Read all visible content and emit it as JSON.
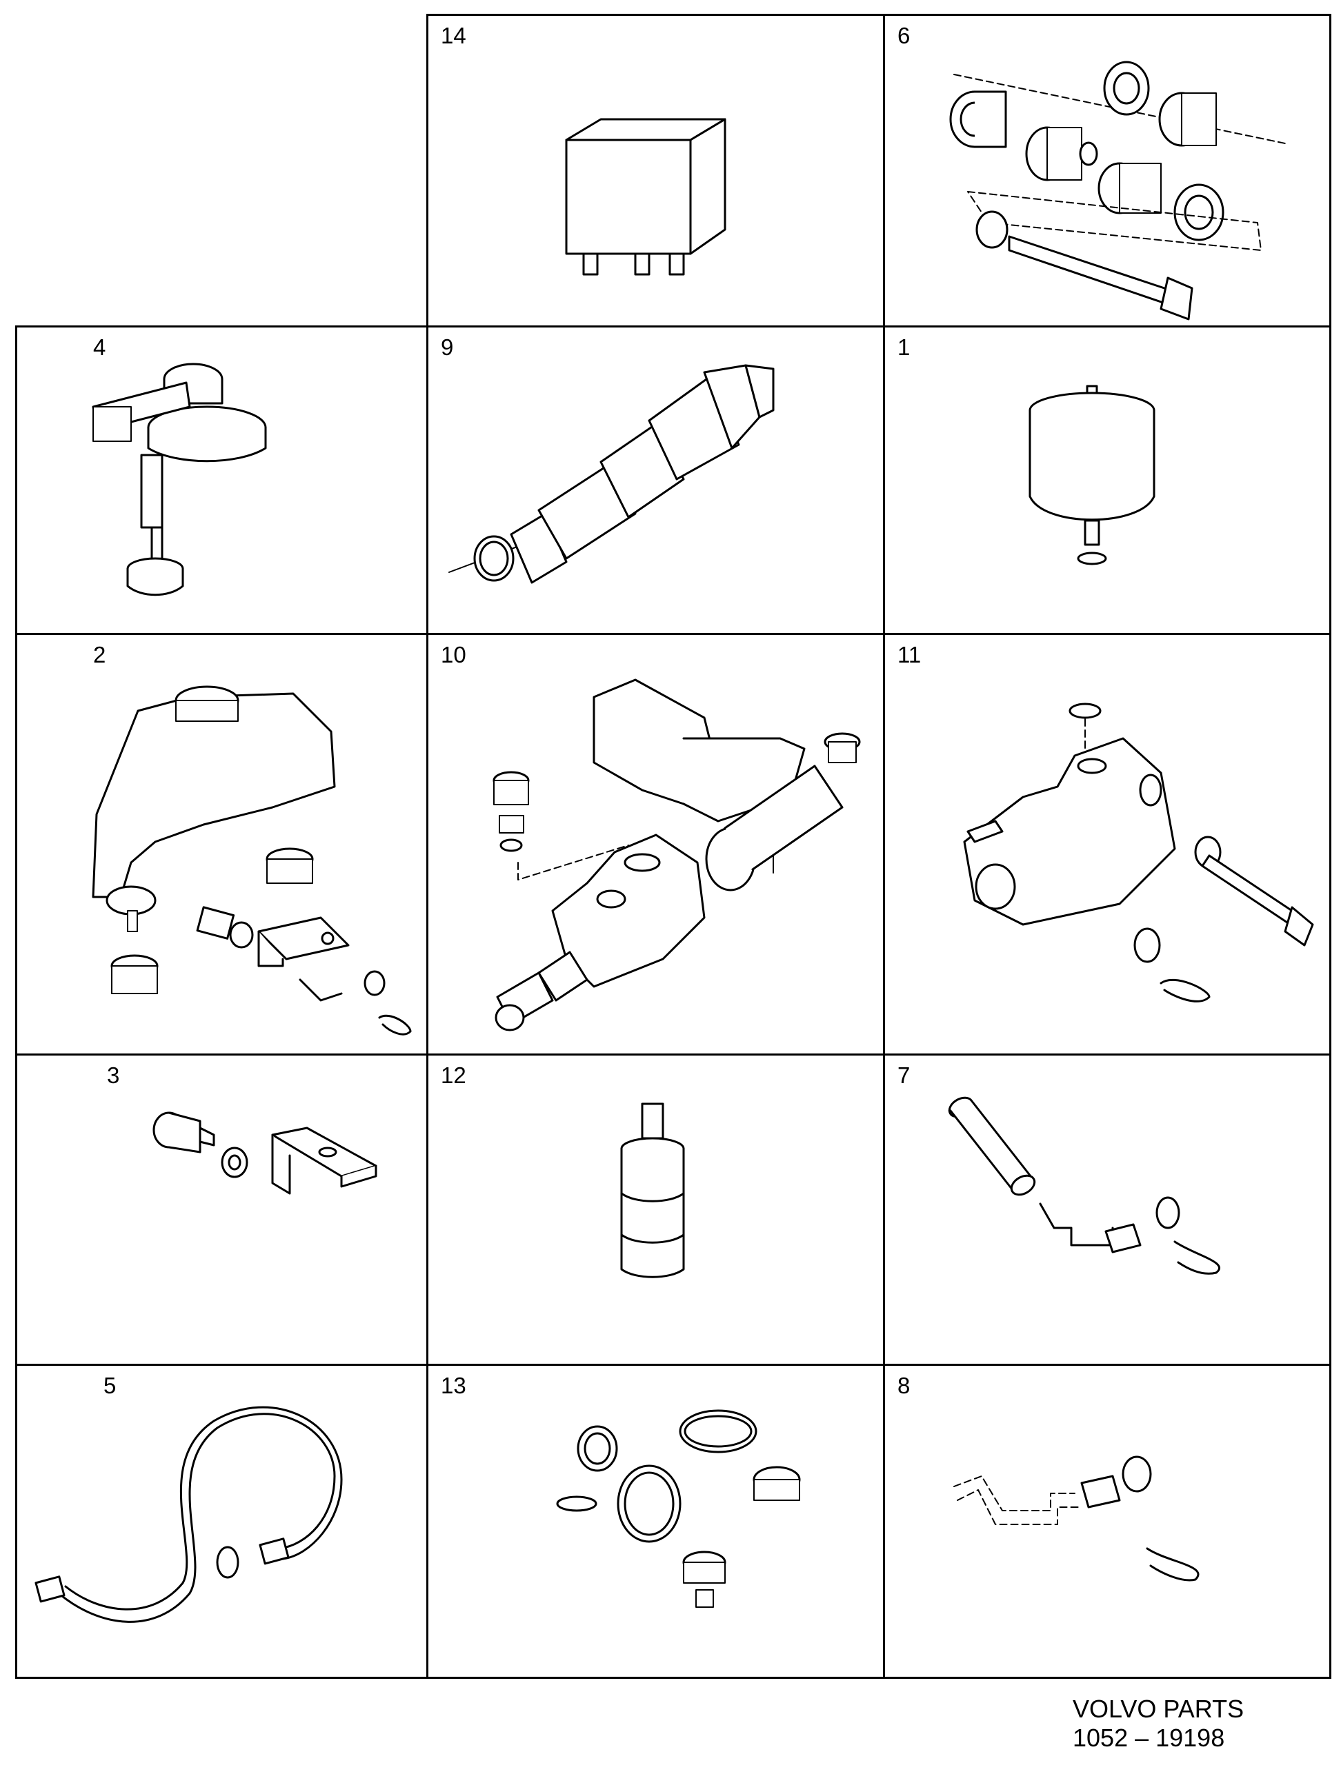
{
  "diagram": {
    "cells": [
      {
        "label": "14",
        "part": "relay-icon"
      },
      {
        "label": "6",
        "part": "bushing-set-icon"
      },
      {
        "label": "4",
        "part": "level-sensor-icon"
      },
      {
        "label": "9",
        "part": "pressure-switch-icon"
      },
      {
        "label": "1",
        "part": "accumulator-icon"
      },
      {
        "label": "2",
        "part": "fluid-reservoir-icon"
      },
      {
        "label": "10",
        "part": "hydraulic-unit-icon"
      },
      {
        "label": "11",
        "part": "valve-assembly-icon"
      },
      {
        "label": "3",
        "part": "bracket-kit-icon"
      },
      {
        "label": "12",
        "part": "pressure-sensor-icon"
      },
      {
        "label": "7",
        "part": "hose-connector-icon"
      },
      {
        "label": "5",
        "part": "brake-pipe-icon"
      },
      {
        "label": "13",
        "part": "seal-kit-icon"
      },
      {
        "label": "8",
        "part": "connector-clip-icon"
      }
    ]
  },
  "footer": {
    "line1": "VOLVO PARTS",
    "line2": "1052  –  19198"
  }
}
